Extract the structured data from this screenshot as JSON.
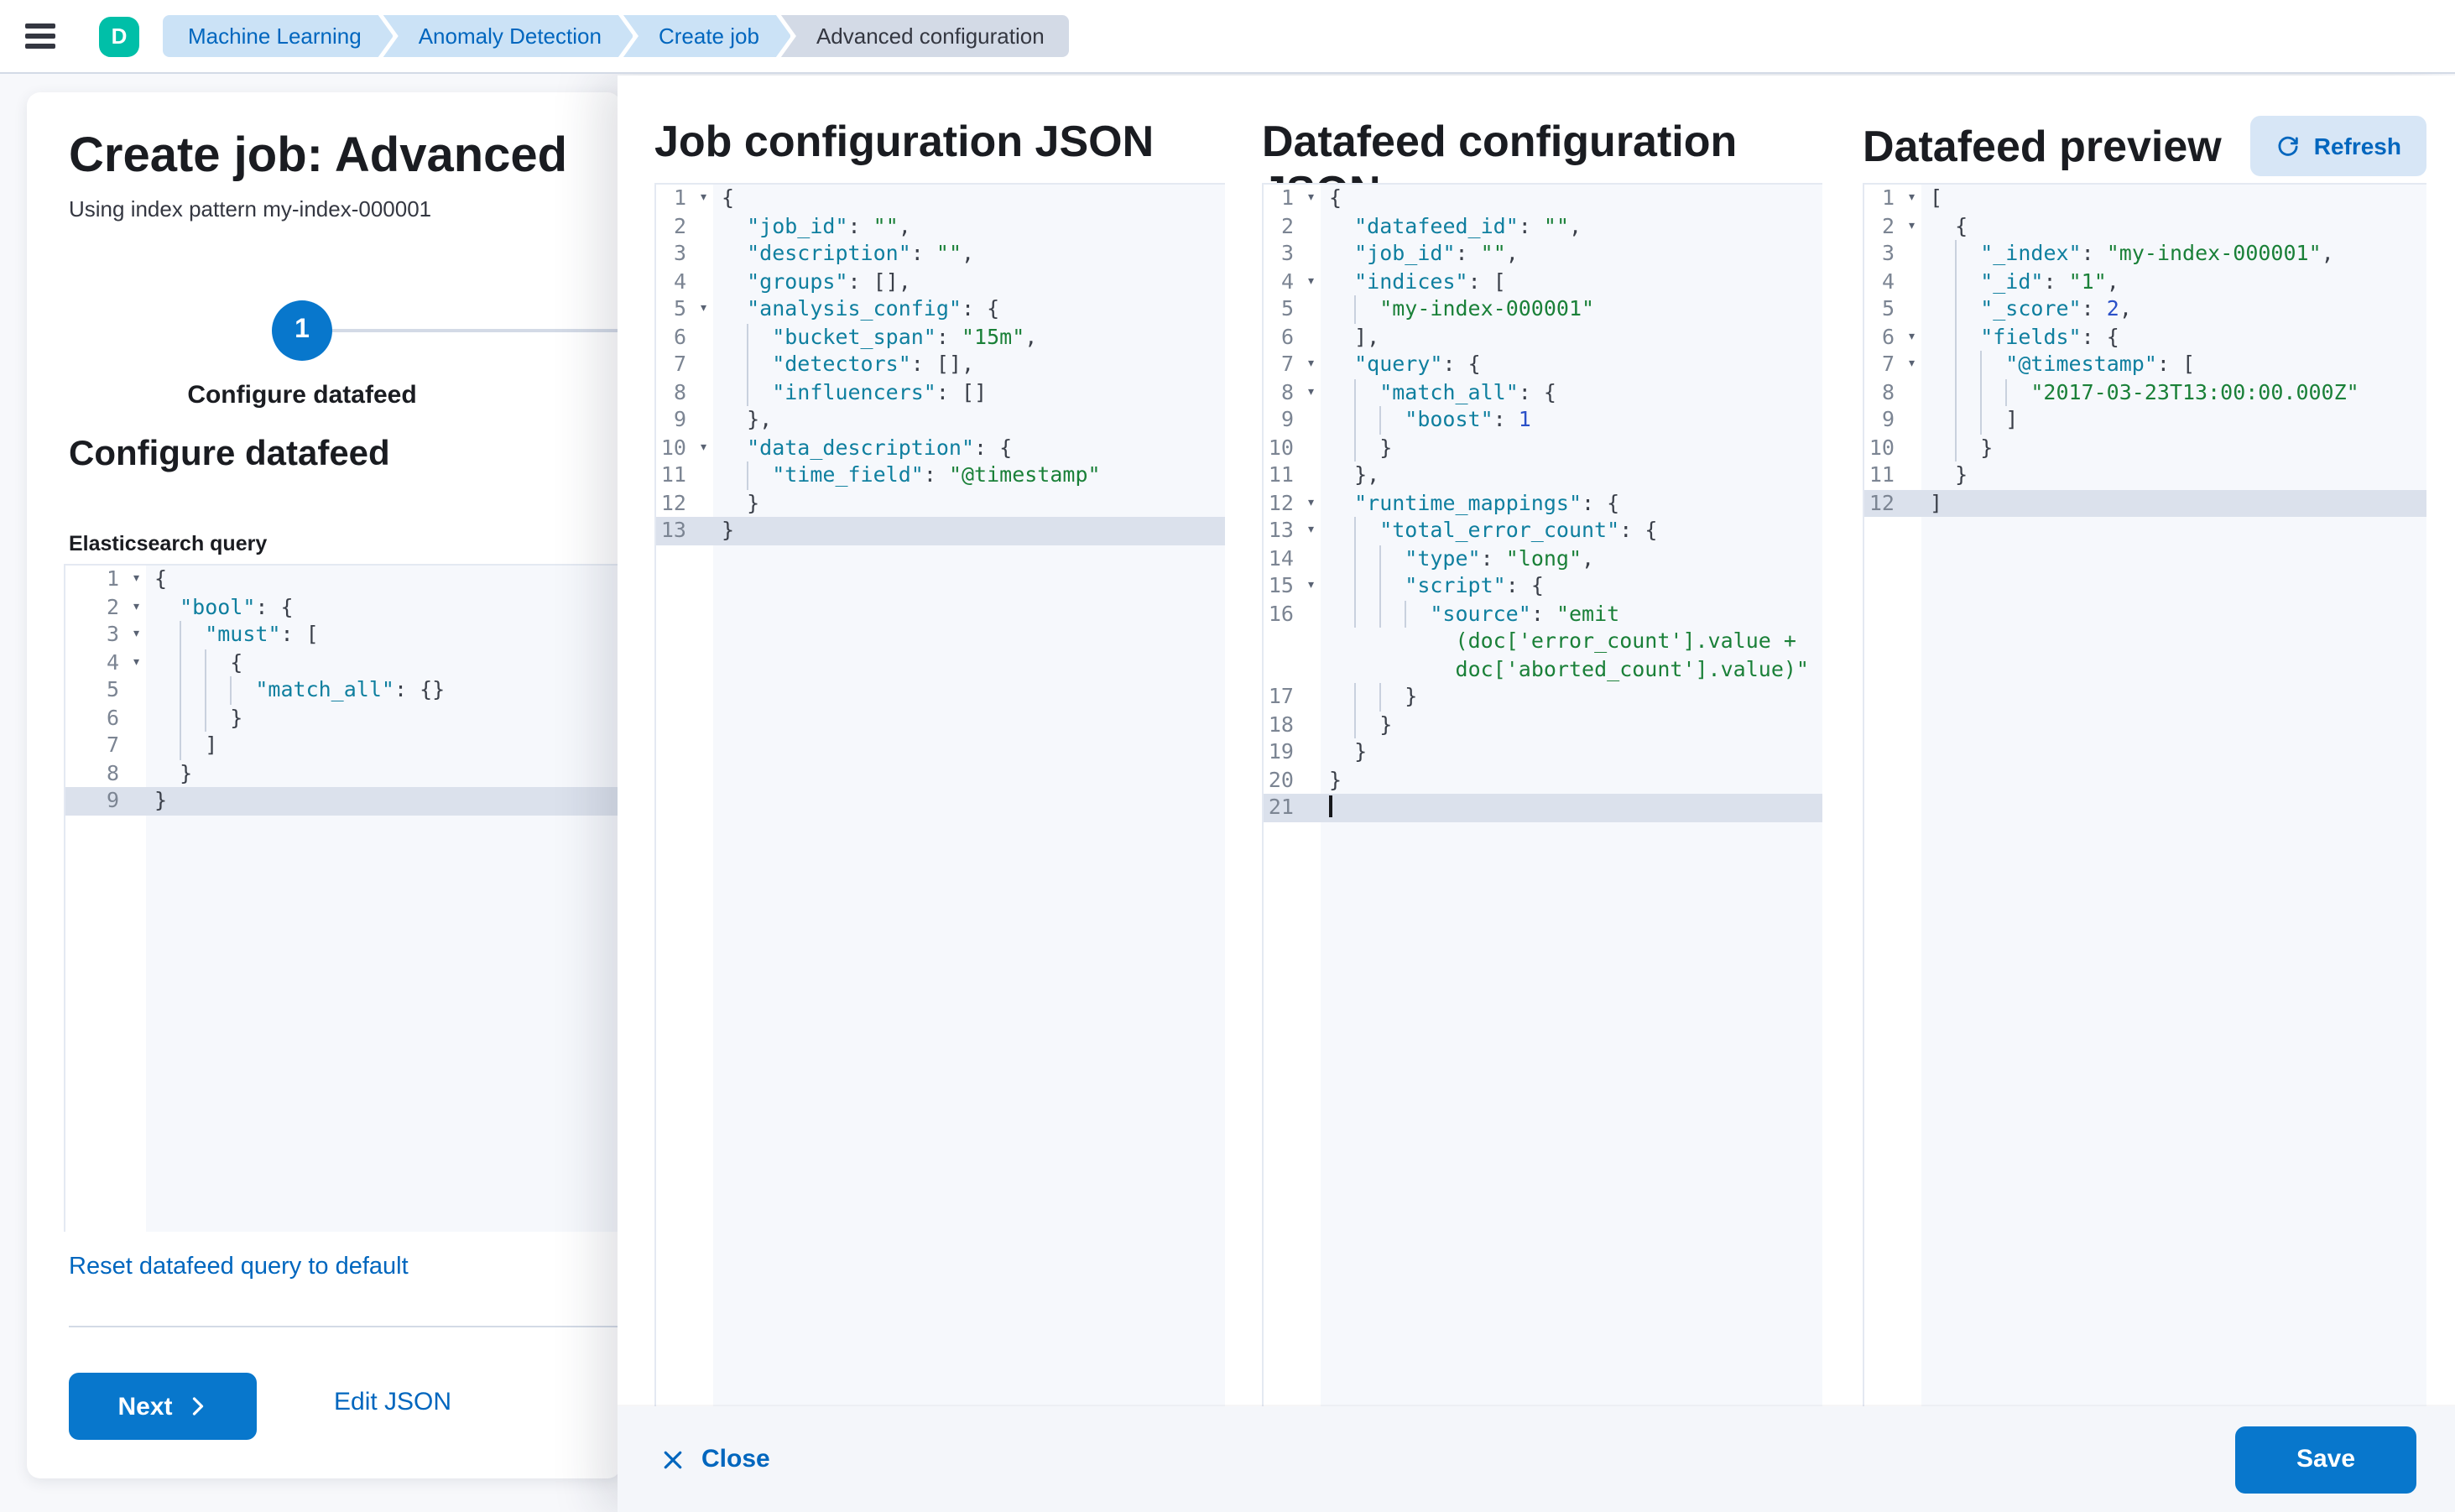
{
  "topbar": {
    "avatar_initial": "D",
    "breadcrumbs": [
      "Machine Learning",
      "Anomaly Detection",
      "Create job",
      "Advanced configuration"
    ]
  },
  "wizard": {
    "title": "Create job: Advanced",
    "subtitle": "Using index pattern my-index-000001",
    "step_number": "1",
    "step_label": "Configure datafeed",
    "section_heading": "Configure datafeed",
    "query_label": "Elasticsearch query",
    "reset_link": "Reset datafeed query to default",
    "next_button": "Next",
    "edit_json_link": "Edit JSON"
  },
  "flyout": {
    "columns": [
      {
        "title": "Job configuration JSON"
      },
      {
        "title": "Datafeed configuration JSON"
      },
      {
        "title": "Datafeed preview",
        "refresh_button": "Refresh"
      }
    ],
    "close_button": "Close",
    "save_button": "Save"
  },
  "colors": {
    "primary_button": "#0877CC",
    "link_blue": "#0066BE",
    "breadcrumb_bg": "#CBE2F6",
    "avatar_teal": "#00BFA8",
    "editor_bg": "#F6F8FC",
    "active_line_bg": "#DBE1EC",
    "code_key": "#0F7F9F",
    "code_string": "#1A8038",
    "code_number": "#2A50C8"
  },
  "editors": {
    "es_query": {
      "lines": [
        {
          "n": 1,
          "fold": true,
          "t": "{"
        },
        {
          "n": 2,
          "fold": true,
          "t": "  \"bool\": {"
        },
        {
          "n": 3,
          "fold": true,
          "t": "    \"must\": ["
        },
        {
          "n": 4,
          "fold": true,
          "t": "      {"
        },
        {
          "n": 5,
          "t": "        \"match_all\": {}"
        },
        {
          "n": 6,
          "t": "      }"
        },
        {
          "n": 7,
          "t": "    ]"
        },
        {
          "n": 8,
          "t": "  }"
        },
        {
          "n": 9,
          "t": "}",
          "hl": true
        }
      ]
    },
    "job_config": {
      "lines": [
        {
          "n": 1,
          "fold": true,
          "t": "{"
        },
        {
          "n": 2,
          "t": "  \"job_id\": \"\","
        },
        {
          "n": 3,
          "t": "  \"description\": \"\","
        },
        {
          "n": 4,
          "t": "  \"groups\": [],"
        },
        {
          "n": 5,
          "fold": true,
          "t": "  \"analysis_config\": {"
        },
        {
          "n": 6,
          "t": "    \"bucket_span\": \"15m\","
        },
        {
          "n": 7,
          "t": "    \"detectors\": [],"
        },
        {
          "n": 8,
          "t": "    \"influencers\": []"
        },
        {
          "n": 9,
          "t": "  },"
        },
        {
          "n": 10,
          "fold": true,
          "t": "  \"data_description\": {"
        },
        {
          "n": 11,
          "t": "    \"time_field\": \"@timestamp\""
        },
        {
          "n": 12,
          "t": "  }"
        },
        {
          "n": 13,
          "t": "}",
          "hl": true
        }
      ]
    },
    "datafeed_config": {
      "lines": [
        {
          "n": 1,
          "fold": true,
          "t": "{"
        },
        {
          "n": 2,
          "t": "  \"datafeed_id\": \"\","
        },
        {
          "n": 3,
          "t": "  \"job_id\": \"\","
        },
        {
          "n": 4,
          "fold": true,
          "t": "  \"indices\": ["
        },
        {
          "n": 5,
          "t": "    \"my-index-000001\""
        },
        {
          "n": 6,
          "t": "  ],"
        },
        {
          "n": 7,
          "fold": true,
          "t": "  \"query\": {"
        },
        {
          "n": 8,
          "fold": true,
          "t": "    \"match_all\": {"
        },
        {
          "n": 9,
          "t": "      \"boost\": 1"
        },
        {
          "n": 10,
          "t": "    }"
        },
        {
          "n": 11,
          "t": "  },"
        },
        {
          "n": 12,
          "fold": true,
          "t": "  \"runtime_mappings\": {"
        },
        {
          "n": 13,
          "fold": true,
          "t": "    \"total_error_count\": {"
        },
        {
          "n": 14,
          "t": "      \"type\": \"long\","
        },
        {
          "n": 15,
          "fold": true,
          "t": "      \"script\": {"
        },
        {
          "n": 16,
          "t": "        \"source\": \"emit"
        },
        {
          "t": "          (doc['error_count'].value +",
          "cont": true
        },
        {
          "t": "          doc['aborted_count'].value)\"",
          "cont": true
        },
        {
          "n": 17,
          "t": "      }"
        },
        {
          "n": 18,
          "t": "    }"
        },
        {
          "n": 19,
          "t": "  }"
        },
        {
          "n": 20,
          "t": "}"
        },
        {
          "n": 21,
          "t": "",
          "hl": true,
          "cursor": true
        }
      ]
    },
    "datafeed_preview": {
      "lines": [
        {
          "n": 1,
          "fold": true,
          "t": "["
        },
        {
          "n": 2,
          "fold": true,
          "t": "  {"
        },
        {
          "n": 3,
          "t": "    \"_index\": \"my-index-000001\","
        },
        {
          "n": 4,
          "t": "    \"_id\": \"1\","
        },
        {
          "n": 5,
          "t": "    \"_score\": 2,"
        },
        {
          "n": 6,
          "fold": true,
          "t": "    \"fields\": {"
        },
        {
          "n": 7,
          "fold": true,
          "t": "      \"@timestamp\": ["
        },
        {
          "n": 8,
          "t": "        \"2017-03-23T13:00:00.000Z\""
        },
        {
          "n": 9,
          "t": "      ]"
        },
        {
          "n": 10,
          "t": "    }"
        },
        {
          "n": 11,
          "t": "  }"
        },
        {
          "n": 12,
          "t": "]",
          "hl": true
        }
      ]
    }
  }
}
